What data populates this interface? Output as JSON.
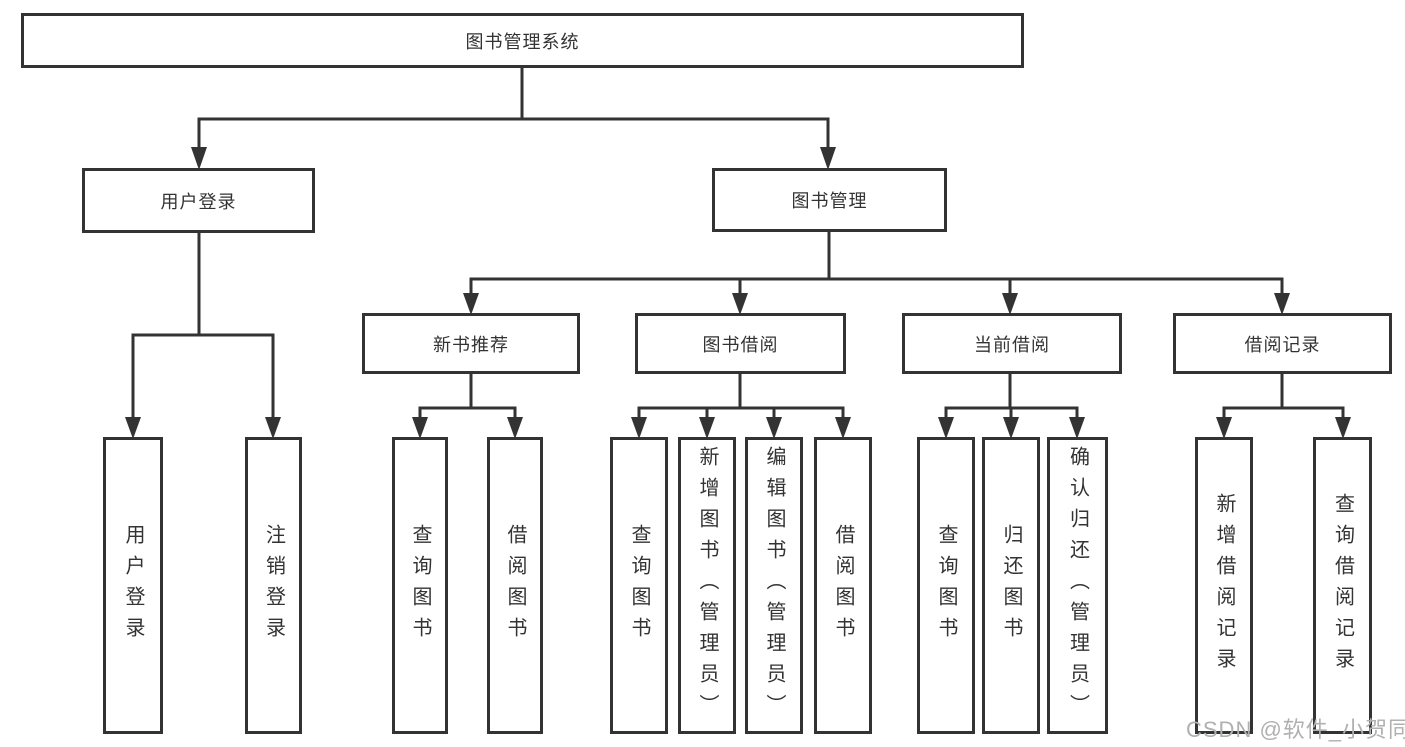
{
  "diagram": {
    "title": "图书管理系统",
    "watermark": "CSDN @软件_小贺同学",
    "colors": {
      "line": "#333333",
      "text": "#333333",
      "box_background": "#ffffff",
      "page_background": "#ffffff",
      "watermark": "#b0b0b0"
    },
    "tree": {
      "label": "图书管理系统",
      "children": [
        {
          "label": "用户登录",
          "children": [
            {
              "label": "用户登录"
            },
            {
              "label": "注销登录"
            }
          ]
        },
        {
          "label": "图书管理",
          "children": [
            {
              "label": "新书推荐",
              "children": [
                {
                  "label": "查询图书"
                },
                {
                  "label": "借阅图书"
                }
              ]
            },
            {
              "label": "图书借阅",
              "children": [
                {
                  "label": "查询图书"
                },
                {
                  "label": "新增图书（管理员）"
                },
                {
                  "label": "编辑图书（管理员）"
                },
                {
                  "label": "借阅图书"
                }
              ]
            },
            {
              "label": "当前借阅",
              "children": [
                {
                  "label": "查询图书"
                },
                {
                  "label": "归还图书"
                },
                {
                  "label": "确认归还（管理员）"
                }
              ]
            },
            {
              "label": "借阅记录",
              "children": [
                {
                  "label": "新增借阅记录"
                },
                {
                  "label": "查询借阅记录"
                }
              ]
            }
          ]
        }
      ]
    }
  }
}
